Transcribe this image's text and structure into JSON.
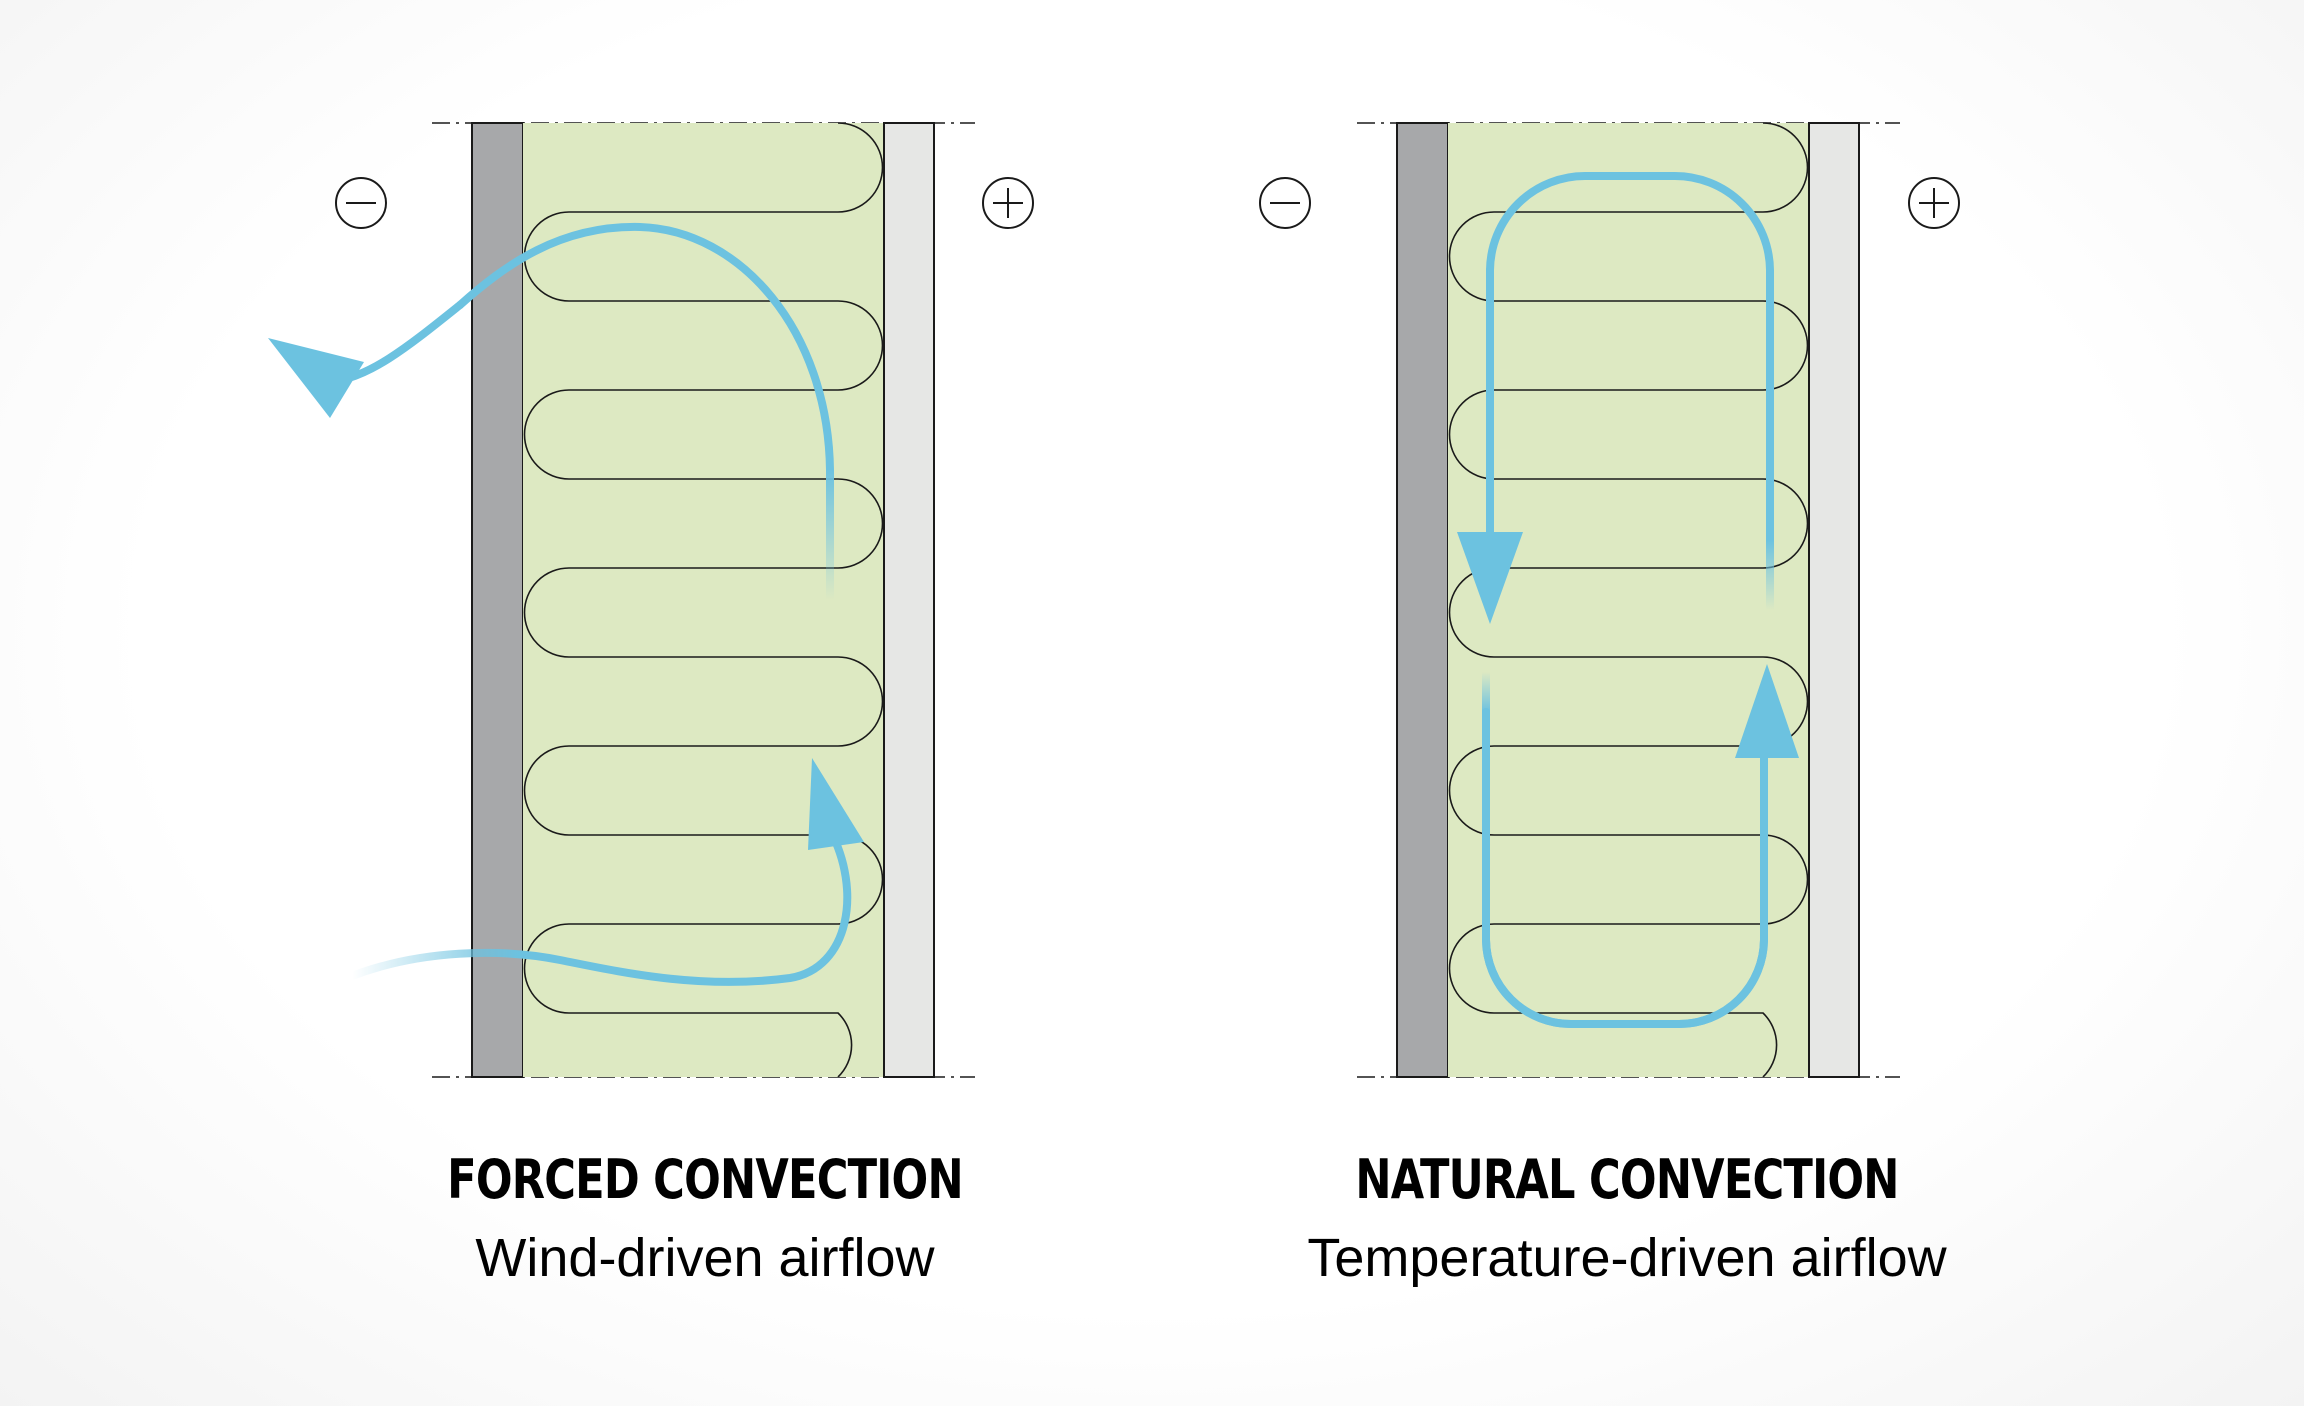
{
  "panels": [
    {
      "title": "FORCED CONVECTION",
      "subtitle": "Wind-driven airflow",
      "cold_symbol": "minus-symbol",
      "warm_symbol": "plus-symbol"
    },
    {
      "title": "NATURAL CONVECTION",
      "subtitle": "Temperature-driven airflow",
      "cold_symbol": "minus-symbol",
      "warm_symbol": "plus-symbol"
    }
  ],
  "colors": {
    "airflow": "#6cc2e0",
    "insulation": "#dde9c2",
    "exterior_wall": "#a7a8aa",
    "interior_wall": "#e6e7e5",
    "outline": "#1a1a1a"
  }
}
